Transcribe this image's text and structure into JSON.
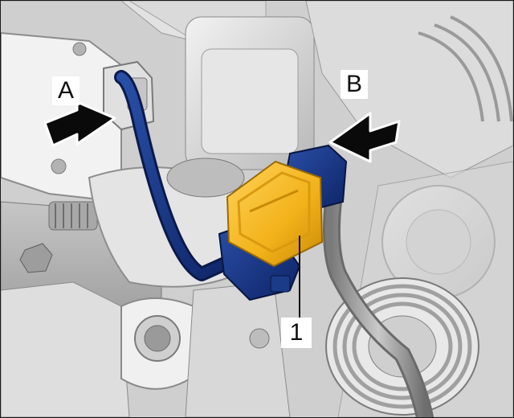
{
  "figure": {
    "labels": {
      "a": "A",
      "b": "B",
      "part_1": "1"
    },
    "colors": {
      "hose": "#12307a",
      "connector_clip": "#f2b21a",
      "metal_pipe": "#9a9a9a",
      "engine_parts": "#d2d2d2",
      "arrow": "#0a0a0a"
    },
    "icons": [
      "arrow-a-icon",
      "arrow-b-icon"
    ]
  }
}
